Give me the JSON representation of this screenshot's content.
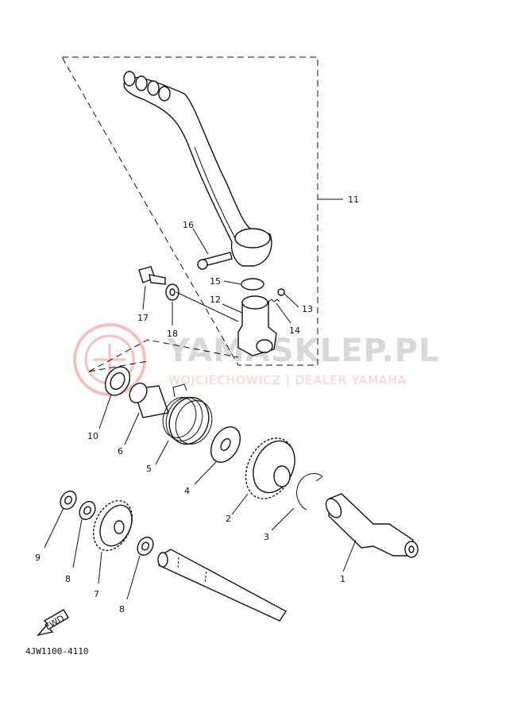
{
  "diagram": {
    "part_labels": [
      {
        "id": "1",
        "text": "1"
      },
      {
        "id": "2",
        "text": "2"
      },
      {
        "id": "3",
        "text": "3"
      },
      {
        "id": "4",
        "text": "4"
      },
      {
        "id": "5",
        "text": "5"
      },
      {
        "id": "6",
        "text": "6"
      },
      {
        "id": "7",
        "text": "7"
      },
      {
        "id": "8a",
        "text": "8"
      },
      {
        "id": "8b",
        "text": "8"
      },
      {
        "id": "9",
        "text": "9"
      },
      {
        "id": "10",
        "text": "10"
      },
      {
        "id": "11",
        "text": "11"
      },
      {
        "id": "12",
        "text": "12"
      },
      {
        "id": "13",
        "text": "13"
      },
      {
        "id": "14",
        "text": "14"
      },
      {
        "id": "15",
        "text": "15"
      },
      {
        "id": "16",
        "text": "16"
      },
      {
        "id": "17",
        "text": "17"
      },
      {
        "id": "18",
        "text": "18"
      }
    ],
    "fwd_label": "FWD",
    "drawing_code": "4JW1100-4110"
  },
  "watermark": {
    "brand": "YAMASKLEP.PL",
    "subtitle": "WOJCIECHOWICZ | DEALER YAMAHA",
    "color": "#e05050"
  }
}
